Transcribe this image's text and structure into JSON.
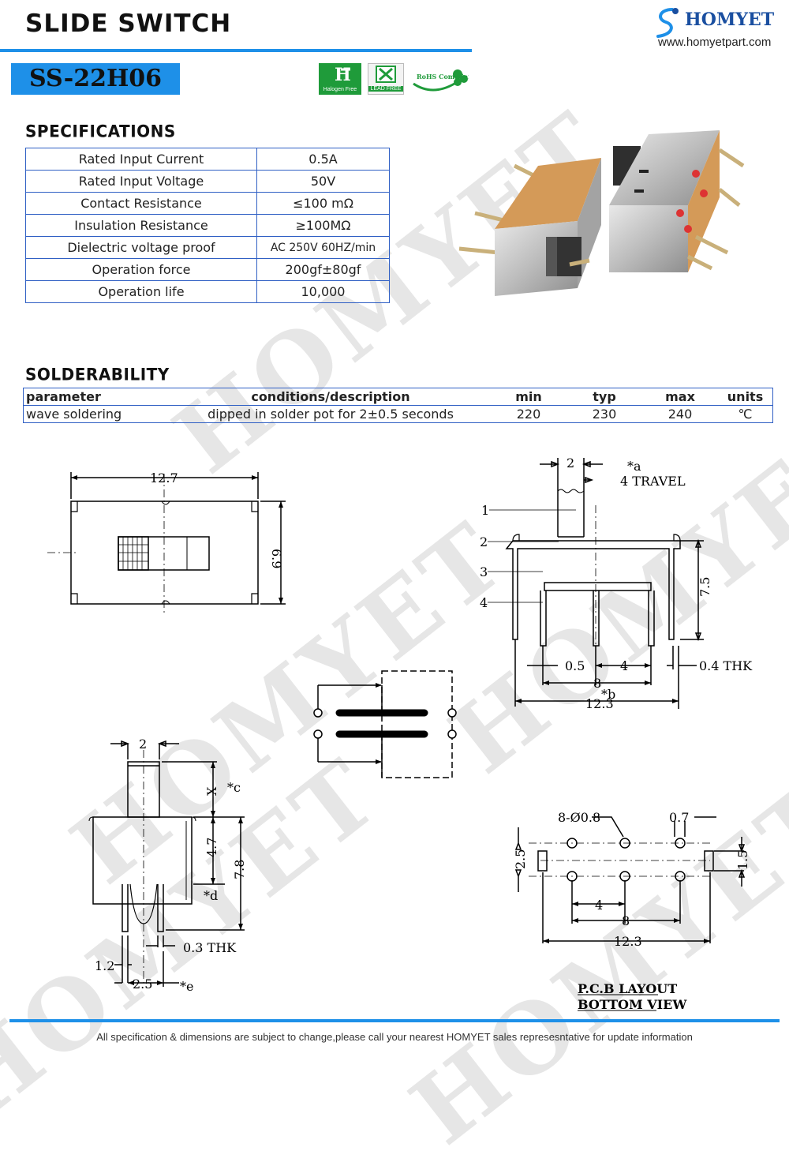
{
  "header": {
    "title": "SLIDE  SWITCH",
    "model": "SS-22H06",
    "brand": "HOMYET",
    "url": "www.homyetpart.com",
    "badges": {
      "halogen": "Halogen Free",
      "lead": "LEAD FREE",
      "rohs": "RoHS Compliant"
    },
    "colors": {
      "accent": "#1e90e8",
      "brand": "#1a4fa0",
      "green": "#1f9b3a"
    }
  },
  "watermark": "HOMYET",
  "specifications": {
    "title": "SPECIFICATIONS",
    "rows": [
      {
        "label": "Rated Input Current",
        "value": "0.5A"
      },
      {
        "label": "Rated Input Voltage",
        "value": "50V"
      },
      {
        "label": "Contact Resistance",
        "value": "≤100 mΩ"
      },
      {
        "label": "Insulation Resistance",
        "value": "≥100MΩ"
      },
      {
        "label": "Dielectric voltage proof",
        "value": "AC 250V 60HZ/min"
      },
      {
        "label": "Operation force",
        "value": "200gf±80gf"
      },
      {
        "label": "Operation life",
        "value": "10,000"
      }
    ]
  },
  "solderability": {
    "title": "SOLDERABILITY",
    "headers": {
      "parameter": "parameter",
      "conditions": "conditions/description",
      "min": "min",
      "typ": "typ",
      "max": "max",
      "units": "units"
    },
    "row": {
      "parameter": "wave soldering",
      "conditions": "dipped in solder pot for 2±0.5 seconds",
      "min": "220",
      "typ": "230",
      "max": "240",
      "units": "℃"
    }
  },
  "drawings": {
    "top": {
      "width": "12.7",
      "height": "6.9"
    },
    "side": {
      "d1": "2",
      "a": "*a",
      "travel": "4  TRAVEL",
      "n1": "1",
      "n2": "2",
      "n3": "3",
      "n4": "4",
      "h": "7.5",
      "p1": "0.5",
      "p2": "4",
      "thk": "0.4  THK",
      "w8": "8",
      "b": "*b",
      "w123": "12.3"
    },
    "front": {
      "d2": "2",
      "x": "X",
      "c": "*c",
      "h47": "4.7",
      "h78": "7.8",
      "d": "*d",
      "thk": "0.3  THK",
      "w12": "1.2",
      "w25": "2.5",
      "e": "*e"
    },
    "pcb": {
      "holes": "8-Ø0.8",
      "d07": "0.7",
      "d25": "2.5",
      "d15": "1.5",
      "d4": "4",
      "d8": "8",
      "d123": "12.3",
      "label1": "P.C.B  LAYOUT",
      "label2": "BOTTOM  VIEW"
    }
  },
  "footer": "All specification & dimensions are subject to change,please call your nearest HOMYET sales represesntative for update information"
}
